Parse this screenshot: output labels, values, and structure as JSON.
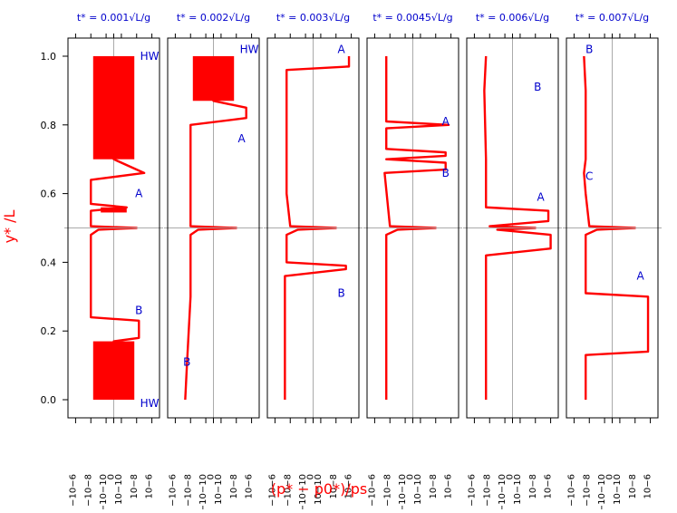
{
  "figure": {
    "ylabel": "y* /L",
    "xlabel": "(p* − p0*)/ps",
    "ytick_labels": [
      "0.0",
      "0.2",
      "0.4",
      "0.6",
      "0.8",
      "1.0"
    ],
    "xtick_labels": [
      "−10−6",
      "−10−8",
      "−10−10",
      "0",
      "10−10",
      "10−8",
      "10−6"
    ],
    "colors": {
      "curve": "#ff0000",
      "annotation": "#0000cc",
      "center_line": "#aaaaaa",
      "axis_label": "#ff0000",
      "title": "#0000cc"
    }
  },
  "chart_data": [
    {
      "type": "line",
      "title": "t* = 0.001√L/g",
      "ylim": [
        -0.05,
        1.05
      ],
      "xscale": "symlog",
      "xlim": [
        -1e-05,
        1e-05
      ],
      "series": [
        {
          "values": [
            [
              0,
              0.0
            ],
            [
              0,
              0.17
            ],
            [
              2e-08,
              0.18
            ],
            [
              2e-08,
              0.23
            ],
            [
              -1e-08,
              0.24
            ],
            [
              -1e-08,
              0.48
            ],
            [
              -1e-09,
              0.495
            ],
            [
              1e-08,
              0.5
            ],
            [
              -1e-08,
              0.505
            ],
            [
              -1e-08,
              0.55
            ],
            [
              5e-10,
              0.56
            ],
            [
              -1e-08,
              0.57
            ],
            [
              -1e-08,
              0.64
            ],
            [
              1e-07,
              0.66
            ],
            [
              0,
              0.7
            ],
            [
              0,
              1.0
            ]
          ]
        }
      ],
      "annotations": [
        {
          "text": "HW",
          "x": 5e-07,
          "y": 1.0
        },
        {
          "text": "A",
          "x": 2e-08,
          "y": 0.6
        },
        {
          "text": "B",
          "x": 2e-08,
          "y": 0.26
        },
        {
          "text": "HW",
          "x": 5e-07,
          "y": -0.01
        }
      ],
      "oscillation_bands": [
        {
          "y": [
            0.0,
            0.17
          ],
          "amplitude": 5e-09
        },
        {
          "y": [
            0.7,
            1.0
          ],
          "amplitude": 5e-09
        },
        {
          "y": [
            0.545,
            0.56
          ],
          "amplitude": 5e-10
        }
      ]
    },
    {
      "type": "line",
      "title": "t* = 0.002√L/g",
      "ylim": [
        -0.05,
        1.05
      ],
      "xscale": "symlog",
      "xlim": [
        -1e-05,
        1e-05
      ],
      "series": [
        {
          "values": [
            [
              -5e-08,
              0.0
            ],
            [
              -3e-08,
              0.1
            ],
            [
              -1e-08,
              0.3
            ],
            [
              -1e-08,
              0.48
            ],
            [
              -1e-09,
              0.495
            ],
            [
              1e-08,
              0.5
            ],
            [
              -1e-08,
              0.505
            ],
            [
              -1e-08,
              0.8
            ],
            [
              2e-07,
              0.82
            ],
            [
              2e-07,
              0.85
            ],
            [
              0,
              0.87
            ],
            [
              0,
              1.0
            ]
          ]
        }
      ],
      "annotations": [
        {
          "text": "HW",
          "x": 5e-07,
          "y": 1.02
        },
        {
          "text": "A",
          "x": 5e-08,
          "y": 0.76
        },
        {
          "text": "B",
          "x": -3e-08,
          "y": 0.11
        }
      ],
      "oscillation_bands": [
        {
          "y": [
            0.87,
            1.0
          ],
          "amplitude": 5e-09
        }
      ]
    },
    {
      "type": "line",
      "title": "t* = 0.003√L/g",
      "ylim": [
        -0.05,
        1.05
      ],
      "xscale": "symlog",
      "xlim": [
        -1e-05,
        1e-05
      ],
      "series": [
        {
          "values": [
            [
              -5e-08,
              0.0
            ],
            [
              -5e-08,
              0.36
            ],
            [
              2e-07,
              0.38
            ],
            [
              2e-07,
              0.39
            ],
            [
              -3e-08,
              0.4
            ],
            [
              -3e-08,
              0.48
            ],
            [
              -1e-09,
              0.495
            ],
            [
              1e-08,
              0.5
            ],
            [
              -1e-08,
              0.505
            ],
            [
              -3e-08,
              0.6
            ],
            [
              -3e-08,
              0.96
            ],
            [
              5e-07,
              0.97
            ],
            [
              5e-07,
              1.0
            ]
          ]
        }
      ],
      "annotations": [
        {
          "text": "A",
          "x": 5e-08,
          "y": 1.02
        },
        {
          "text": "B",
          "x": 5e-08,
          "y": 0.31
        }
      ]
    },
    {
      "type": "line",
      "title": "t* = 0.0045√L/g",
      "ylim": [
        -0.05,
        1.05
      ],
      "xscale": "symlog",
      "xlim": [
        -1e-05,
        1e-05
      ],
      "series": [
        {
          "values": [
            [
              -3e-08,
              0.0
            ],
            [
              -3e-08,
              0.48
            ],
            [
              -1e-09,
              0.495
            ],
            [
              1e-08,
              0.5
            ],
            [
              -1e-08,
              0.505
            ],
            [
              -5e-08,
              0.66
            ],
            [
              2e-07,
              0.67
            ],
            [
              2e-07,
              0.69
            ],
            [
              -3e-08,
              0.7
            ],
            [
              2e-07,
              0.71
            ],
            [
              2e-07,
              0.72
            ],
            [
              -3e-08,
              0.73
            ],
            [
              -3e-08,
              0.79
            ],
            [
              5e-07,
              0.8
            ],
            [
              5e-07,
              0.8
            ],
            [
              -3e-08,
              0.81
            ],
            [
              -3e-08,
              1.0
            ]
          ]
        }
      ],
      "annotations": [
        {
          "text": "A",
          "x": 2e-07,
          "y": 0.81
        },
        {
          "text": "B",
          "x": 2e-07,
          "y": 0.66
        }
      ]
    },
    {
      "type": "line",
      "title": "t* = 0.006√L/g",
      "ylim": [
        -0.05,
        1.05
      ],
      "xscale": "symlog",
      "xlim": [
        -1e-05,
        1e-05
      ],
      "series": [
        {
          "values": [
            [
              -3e-08,
              0.0
            ],
            [
              -3e-08,
              0.42
            ],
            [
              1e-06,
              0.44
            ],
            [
              1e-06,
              0.48
            ],
            [
              -1e-09,
              0.495
            ],
            [
              1e-08,
              0.5
            ],
            [
              -1e-08,
              0.505
            ],
            [
              5e-07,
              0.52
            ],
            [
              5e-07,
              0.55
            ],
            [
              -3e-08,
              0.56
            ],
            [
              -3e-08,
              0.7
            ],
            [
              -5e-08,
              0.9
            ],
            [
              -3e-08,
              1.0
            ]
          ]
        }
      ],
      "annotations": [
        {
          "text": "A",
          "x": 5e-08,
          "y": 0.59
        },
        {
          "text": "B",
          "x": 2e-08,
          "y": 0.91
        }
      ]
    },
    {
      "type": "line",
      "title": "t* = 0.007√L/g",
      "ylim": [
        -0.05,
        1.05
      ],
      "xscale": "symlog",
      "xlim": [
        -1e-05,
        1e-05
      ],
      "series": [
        {
          "values": [
            [
              -3e-08,
              0.0
            ],
            [
              -3e-08,
              0.13
            ],
            [
              5e-07,
              0.14
            ],
            [
              5e-07,
              0.3
            ],
            [
              -3e-08,
              0.31
            ],
            [
              -3e-08,
              0.48
            ],
            [
              -1e-09,
              0.495
            ],
            [
              1e-08,
              0.5
            ],
            [
              -1e-08,
              0.505
            ],
            [
              -3e-08,
              0.6
            ],
            [
              -5e-08,
              0.66
            ],
            [
              -3e-08,
              0.7
            ],
            [
              -3e-08,
              0.9
            ],
            [
              -5e-08,
              1.0
            ]
          ]
        }
      ],
      "annotations": [
        {
          "text": "A",
          "x": 5e-08,
          "y": 0.36
        },
        {
          "text": "B",
          "x": -1e-08,
          "y": 1.02
        },
        {
          "text": "C",
          "x": -1e-08,
          "y": 0.65
        }
      ]
    }
  ]
}
